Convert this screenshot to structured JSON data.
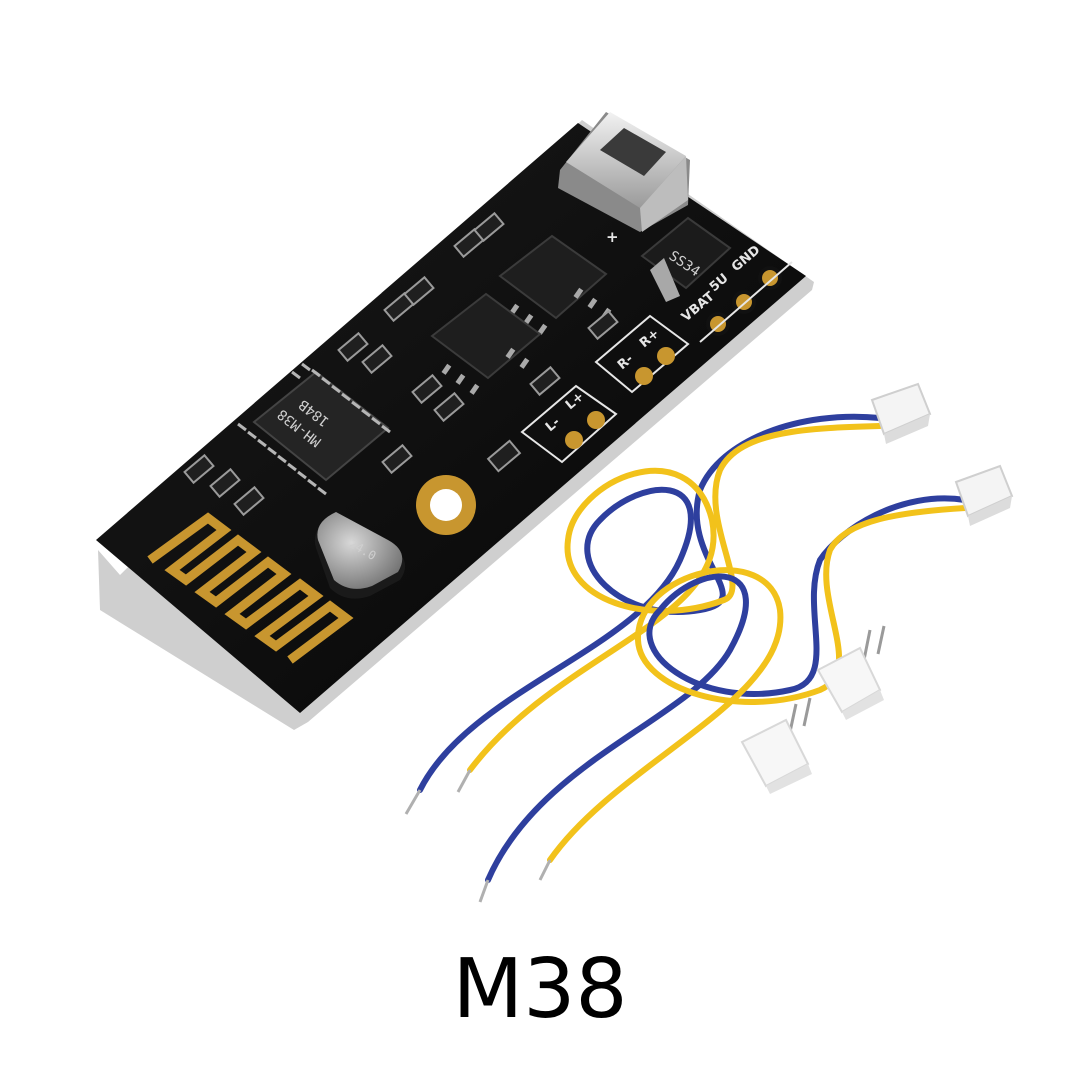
{
  "caption": "M38",
  "board": {
    "chip_marking_top": "184B",
    "chip_marking_bottom": "MH-M38",
    "diode_marking": "SS34",
    "crystal_marking": "24.0",
    "power_pad_labels": [
      "VBAT",
      "5U",
      "GND"
    ],
    "right_channel_labels": [
      "R-",
      "R+"
    ],
    "left_channel_labels": [
      "L-",
      "L+"
    ],
    "plus_mark": "+"
  },
  "colors": {
    "pcb": "#0d0d0d",
    "pcb_edge": "#c9c9c9",
    "gold": "#c8962f",
    "silkscreen": "#e6e6e6",
    "wire_blue": "#2e3f9e",
    "wire_yellow": "#f2c21b",
    "connector": "#f4f4f4"
  }
}
